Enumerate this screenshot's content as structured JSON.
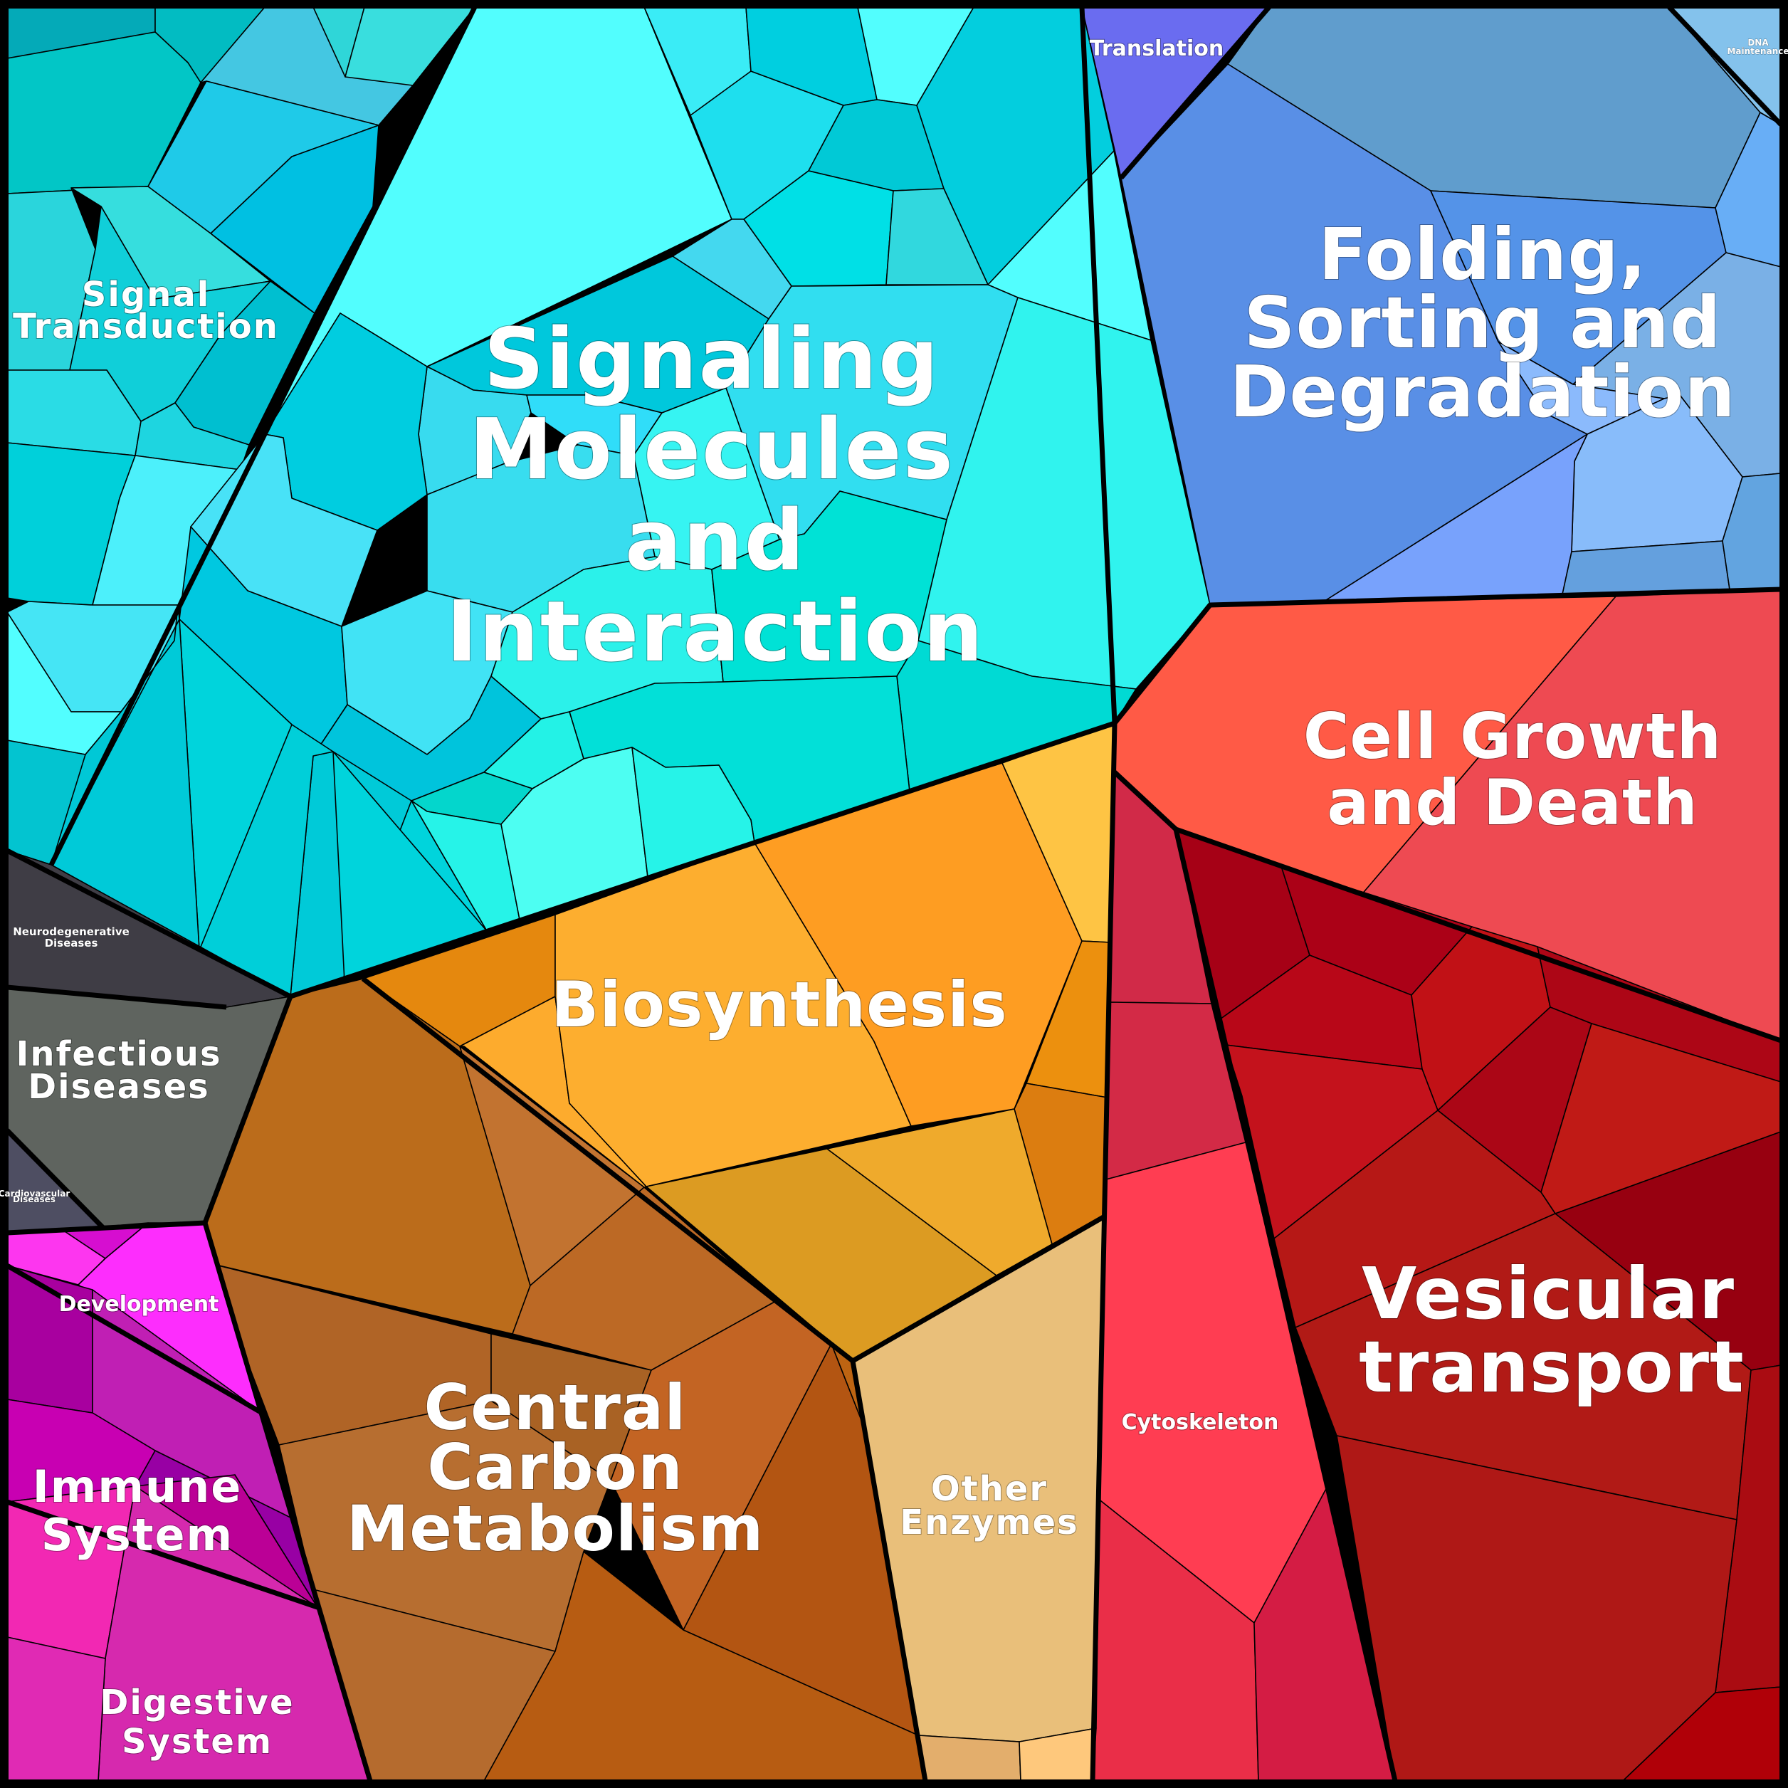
{
  "title": "Proteomaps-style Voronoi treemap of functional categories",
  "chart_data": {
    "type": "voronoi-treemap",
    "title": "",
    "categories": [
      {
        "id": "signaling",
        "label": "Signaling Molecules and Interaction",
        "color": "#4ffdfd",
        "relative_area": "large"
      },
      {
        "id": "signal_transduction",
        "label": "Signal Transduction",
        "color": "#13c7d3",
        "relative_area": "medium"
      },
      {
        "id": "translation",
        "label": "Translation",
        "color": "#6a6cf0",
        "relative_area": "small"
      },
      {
        "id": "folding",
        "label": "Folding, Sorting and Degradation",
        "color": "#5b90e8",
        "relative_area": "large"
      },
      {
        "id": "dna_maintenance",
        "label": "DNA Maintenance",
        "color": "#85c2ec",
        "relative_area": "tiny"
      },
      {
        "id": "cell_growth",
        "label": "Cell Growth and Death",
        "color": "#ee4a52",
        "relative_area": "medium"
      },
      {
        "id": "vesicular",
        "label": "Vesicular transport",
        "color": "#b11a18",
        "relative_area": "large"
      },
      {
        "id": "cytoskeleton",
        "label": "Cytoskeleton",
        "color": "#ff3d52",
        "relative_area": "medium"
      },
      {
        "id": "other_enzymes",
        "label": "Other Enzymes",
        "color": "#e9bf7a",
        "relative_area": "small"
      },
      {
        "id": "biosynthesis",
        "label": "Biosynthesis",
        "color": "#fdae2f",
        "relative_area": "medium"
      },
      {
        "id": "central_carbon",
        "label": "Central Carbon Metabolism",
        "color": "#bb6c22",
        "relative_area": "large"
      },
      {
        "id": "neurodegenerative",
        "label": "Neurodegenerative Diseases",
        "color": "#403e44",
        "relative_area": "tiny"
      },
      {
        "id": "infectious",
        "label": "Infectious Diseases",
        "color": "#5f645f",
        "relative_area": "small"
      },
      {
        "id": "cardiovascular",
        "label": "Cardiovascular Diseases",
        "color": "#4e4e62",
        "relative_area": "tiny"
      },
      {
        "id": "development",
        "label": "Development",
        "color": "#fd2dfd",
        "relative_area": "small"
      },
      {
        "id": "immune",
        "label": "Immune System",
        "color": "#c01fb4",
        "relative_area": "small"
      },
      {
        "id": "digestive",
        "label": "Digestive System",
        "color": "#d827ae",
        "relative_area": "small"
      }
    ]
  },
  "labels": {
    "signaling": [
      "Signaling",
      "Molecules",
      "and",
      "Interaction"
    ],
    "signal_transduction": [
      "Signal",
      "Transduction"
    ],
    "translation": [
      "Translation"
    ],
    "folding": [
      "Folding,",
      "Sorting and",
      "Degradation"
    ],
    "dna_maintenance": [
      "DNA",
      "Maintenance"
    ],
    "cell_growth": [
      "Cell Growth",
      "and Death"
    ],
    "vesicular": [
      "Vesicular",
      "transport"
    ],
    "cytoskeleton": [
      "Cytoskeleton"
    ],
    "other_enzymes": [
      "Other",
      "Enzymes"
    ],
    "biosynthesis": [
      "Biosynthesis"
    ],
    "central_carbon": [
      "Central",
      "Carbon",
      "Metabolism"
    ],
    "neurodegenerative": [
      "Neurodegenerative",
      "Diseases"
    ],
    "infectious": [
      "Infectious",
      "Diseases"
    ],
    "cardiovascular": [
      "Cardiovascular",
      "Diseases"
    ],
    "development": [
      "Development"
    ],
    "immune": [
      "Immune",
      "System"
    ],
    "digestive": [
      "Digestive",
      "System"
    ]
  }
}
